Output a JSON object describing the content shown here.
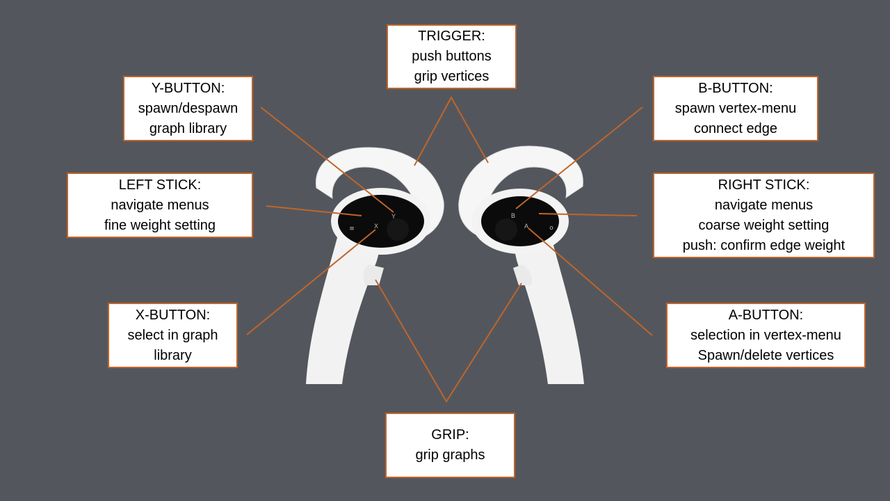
{
  "colors": {
    "background": "#53575d",
    "leader_line": "#c0652a",
    "box_border": "#c0652a",
    "box_fill": "#ffffff",
    "controller": "#f4f4f4",
    "controller_face": "#0a0a0a"
  },
  "controllers": {
    "left": {
      "button_top": "Y",
      "button_bottom": "X",
      "menu_glyph": "≡"
    },
    "right": {
      "button_top": "B",
      "button_bottom": "A",
      "menu_glyph": "o"
    }
  },
  "callouts": {
    "trigger": {
      "title": "TRIGGER:",
      "line1": "push buttons",
      "line2": "grip vertices"
    },
    "y_button": {
      "title": "Y-BUTTON:",
      "line1": "spawn/despawn",
      "line2": "graph library"
    },
    "b_button": {
      "title": "B-BUTTON:",
      "line1": "spawn vertex-menu",
      "line2": "connect edge"
    },
    "left_stick": {
      "title": "LEFT STICK:",
      "line1": "navigate menus",
      "line2": "fine weight setting"
    },
    "right_stick": {
      "title": "RIGHT STICK:",
      "line1": "navigate menus",
      "line2": "coarse weight setting",
      "line3": "push: confirm edge weight"
    },
    "x_button": {
      "title": "X-BUTTON:",
      "line1": "select in graph",
      "line2": "library"
    },
    "a_button": {
      "title": "A-BUTTON:",
      "line1": "selection in vertex-menu",
      "line2": "Spawn/delete vertices"
    },
    "grip": {
      "title": "GRIP:",
      "line1": "grip graphs"
    }
  }
}
